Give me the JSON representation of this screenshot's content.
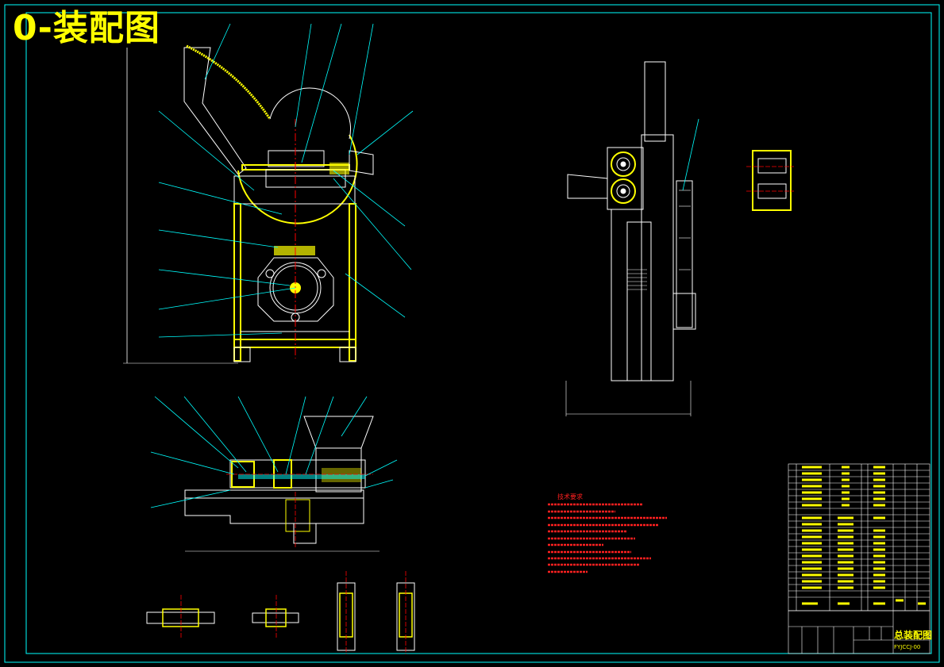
{
  "drawing": {
    "title": "0-装配图",
    "title_block_name": "总装配图",
    "title_block_code": "FYJCCJ-00",
    "technical_requirements_heading": "技术要求"
  },
  "colors": {
    "background": "#000000",
    "frame": "#00ffff",
    "part_outline": "#ffffff",
    "section_hatch": "#ffff00",
    "leader": "#00ffff",
    "centerline": "#ff0000",
    "notes": "#ff2020",
    "title_text": "#ffff00"
  }
}
